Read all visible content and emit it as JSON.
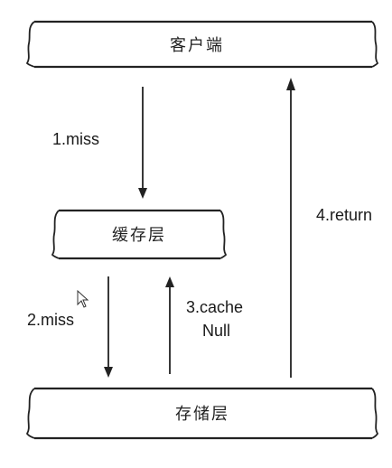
{
  "nodes": {
    "client": {
      "label": "客户端"
    },
    "cache": {
      "label": "缓存层"
    },
    "storage": {
      "label": "存储层"
    }
  },
  "edges": {
    "miss1": {
      "label": "1.miss"
    },
    "miss2": {
      "label": "2.miss"
    },
    "cache_null": {
      "line1": "3.cache",
      "line2": "Null"
    },
    "return": {
      "label": "4.return"
    }
  },
  "colors": {
    "stroke": "#222222",
    "text": "#1a1a1a"
  }
}
